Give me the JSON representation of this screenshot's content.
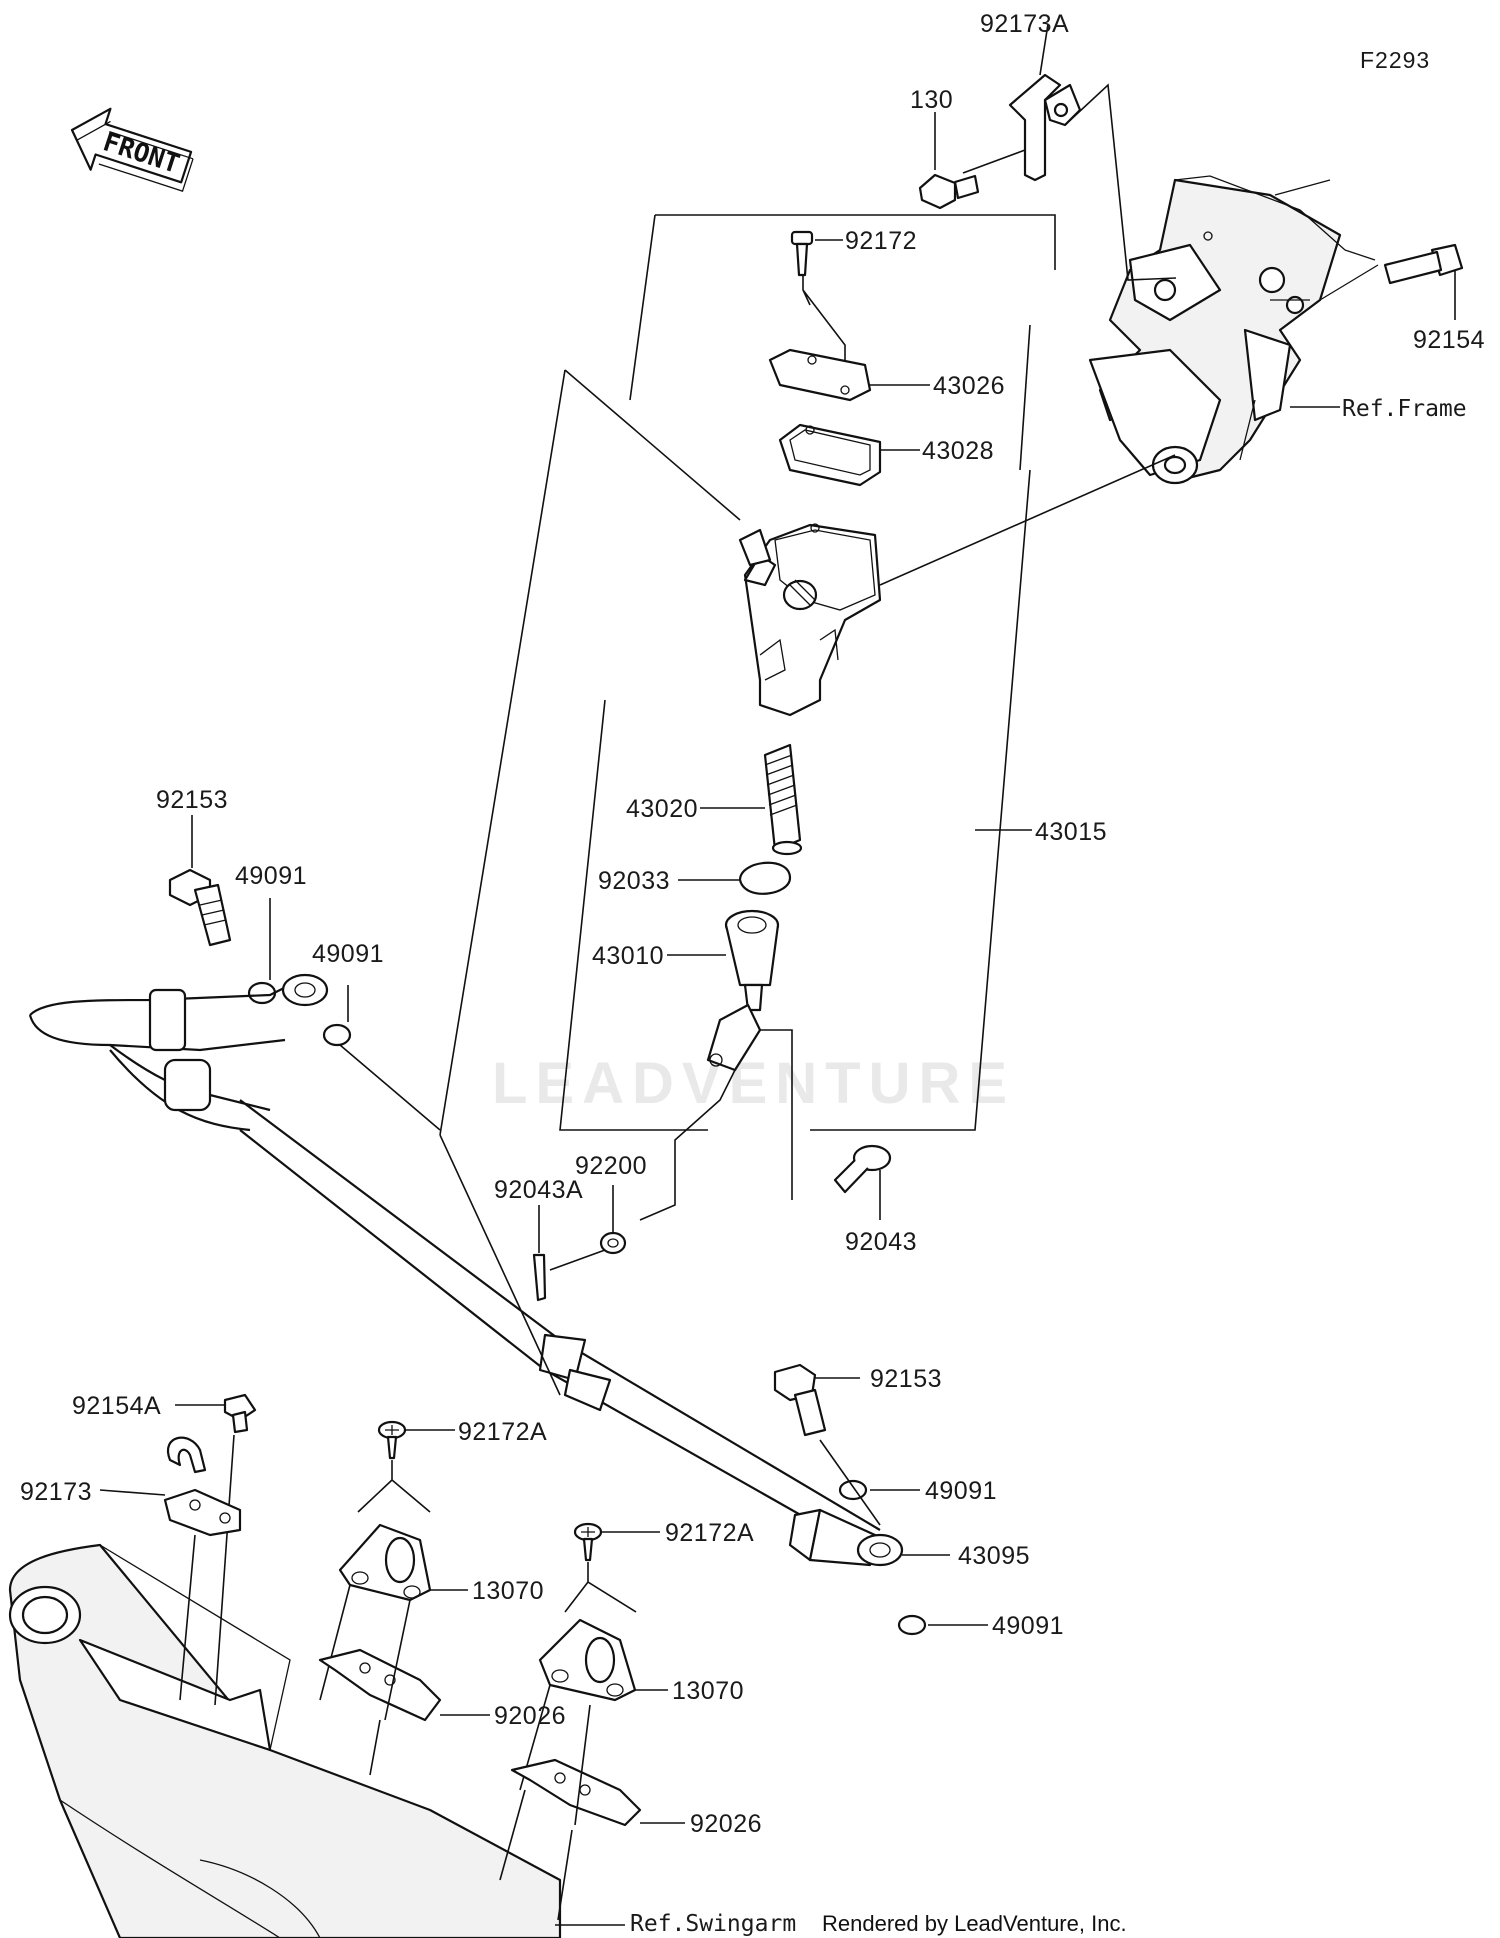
{
  "figure_code": "F2293",
  "front_arrow_label": "FRONT",
  "watermark": "LEADVENTURE",
  "credit": "Rendered by LeadVenture, Inc.",
  "references": {
    "frame": "Ref.Frame",
    "swingarm": "Ref.Swingarm"
  },
  "callouts": {
    "c_92173A": "92173A",
    "c_130": "130",
    "c_92172": "92172",
    "c_92154": "92154",
    "c_43026": "43026",
    "c_43028": "43028",
    "c_43015": "43015",
    "c_43020": "43020",
    "c_92033": "92033",
    "c_43010": "43010",
    "c_92153_top": "92153",
    "c_49091_a": "49091",
    "c_49091_b": "49091",
    "c_92200": "92200",
    "c_92043A": "92043A",
    "c_92043": "92043",
    "c_92153_bottom": "92153",
    "c_49091_c": "49091",
    "c_43095": "43095",
    "c_49091_d": "49091",
    "c_92154A": "92154A",
    "c_92172A_a": "92172A",
    "c_92173": "92173",
    "c_13070_a": "13070",
    "c_92172A_b": "92172A",
    "c_13070_b": "13070",
    "c_92026_a": "92026",
    "c_92026_b": "92026"
  },
  "icons": [
    "front-arrow-icon"
  ]
}
